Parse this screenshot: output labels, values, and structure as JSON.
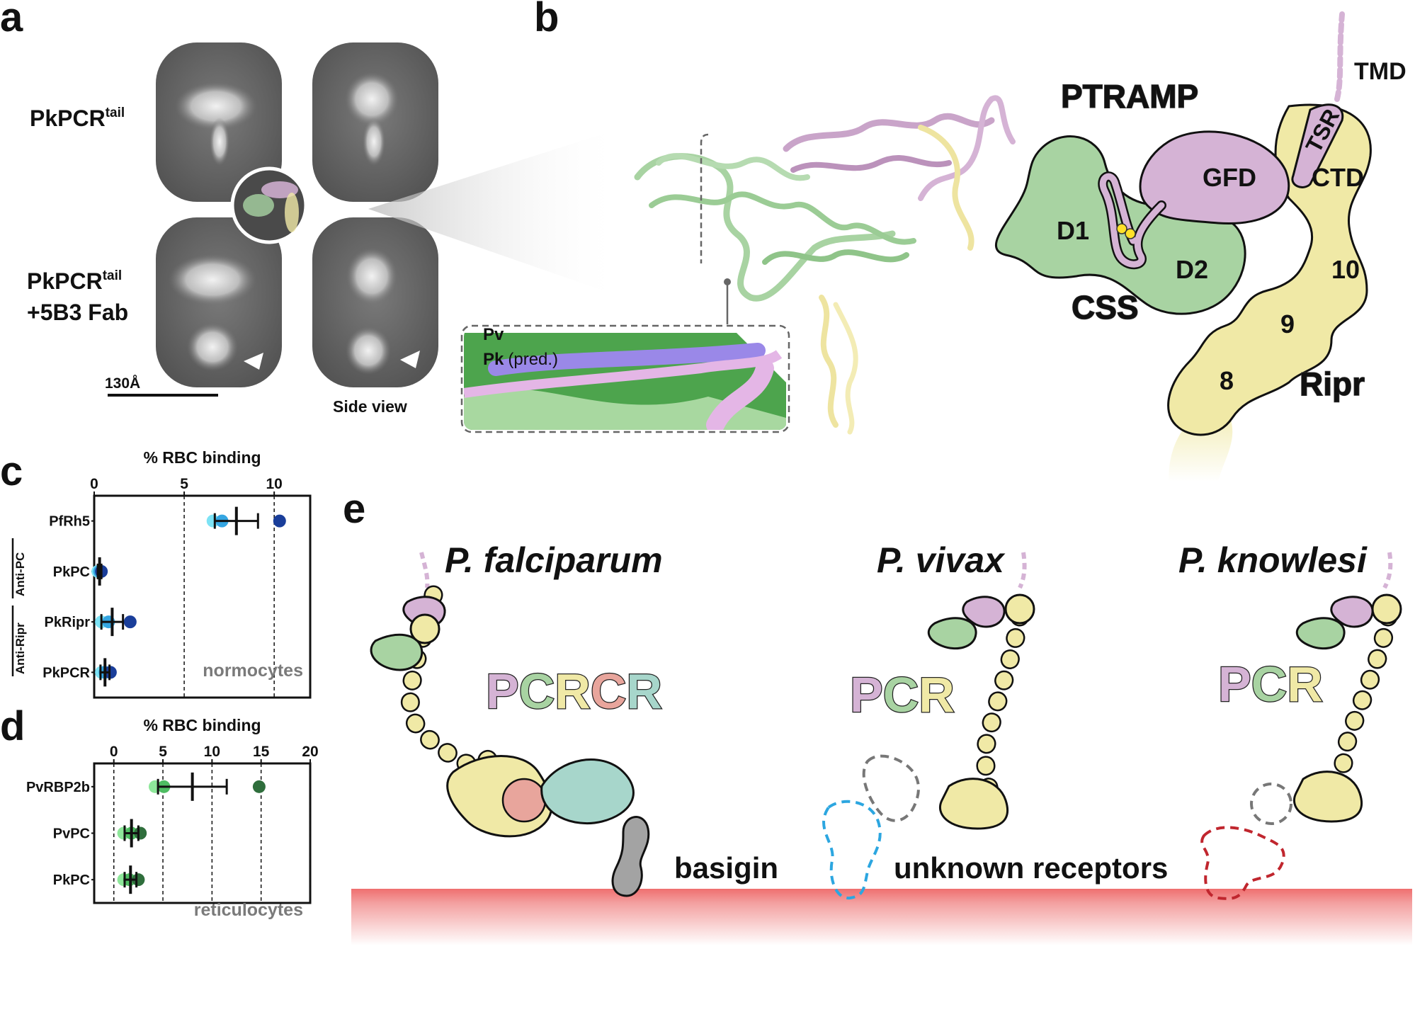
{
  "panel_labels": {
    "a": "a",
    "b": "b",
    "c": "c",
    "d": "d",
    "e": "e"
  },
  "panel_a": {
    "label_tail_1": "PkPCR",
    "label_tail_sup": "tail",
    "label_fab_1": "PkPCR",
    "label_fab_sup": "tail",
    "label_fab_2": "+5B3 Fab",
    "scale_bar": "130Å",
    "side_view": "Side view"
  },
  "panel_b": {
    "inset_pv": "Pv",
    "inset_pk": "Pk",
    "inset_pred": "(pred.)",
    "ptramp": "PTRAMP",
    "tmd": "TMD",
    "tsr": "TSR",
    "gfd": "GFD",
    "ctd": "CTD",
    "d1": "D1",
    "d2": "D2",
    "css": "CSS",
    "n10": "10",
    "n9": "9",
    "n8": "8",
    "ripr": "Ripr"
  },
  "colors": {
    "ptramp": "#d5b3d5",
    "css": "#a8d3a2",
    "ripr": "#f0e9a6",
    "cyrpa": "#e8a59c",
    "rh5": "#a7d6cb",
    "basigin": "#a3a3a3",
    "membrane": "#ef6f6f",
    "cyan_receptor": "#2ca6e0",
    "red_receptor": "#c0262e"
  },
  "panel_c": {
    "cell_type": "normocytes",
    "group_labels": [
      "Anti-PC",
      "Anti-Ripr"
    ]
  },
  "panel_d": {
    "cell_type": "reticulocytes"
  },
  "chart_data": [
    {
      "type": "scatter",
      "title": "",
      "xlabel": "% RBC binding",
      "xlim": [
        0,
        12
      ],
      "xticks": [
        0,
        5,
        10
      ],
      "categories": [
        "PfRh5",
        "PkPC",
        "PkRipr",
        "PkPCR"
      ],
      "groups": [
        {
          "name": "Anti-PC",
          "rows": [
            "PkPC"
          ]
        },
        {
          "name": "Anti-Ripr",
          "rows": [
            "PkRipr",
            "PkPCR"
          ]
        }
      ],
      "points": [
        [
          6.6,
          7.1,
          10.3
        ],
        [
          0.2,
          0.3,
          0.4
        ],
        [
          0.4,
          0.8,
          2.0
        ],
        [
          0.4,
          0.6,
          0.9
        ]
      ],
      "mean": [
        7.9,
        0.3,
        1.0,
        0.6
      ],
      "err": [
        1.2,
        0.1,
        0.6,
        0.25
      ],
      "grid": "vertical dashed"
    },
    {
      "type": "scatter",
      "title": "",
      "xlabel": "% RBC binding",
      "xlim": [
        -2,
        20
      ],
      "xticks": [
        0,
        5,
        10,
        15,
        20
      ],
      "categories": [
        "PvRBP2b",
        "PvPC",
        "PkPC"
      ],
      "points": [
        [
          4.2,
          5.1,
          14.8
        ],
        [
          1.0,
          1.8,
          2.7
        ],
        [
          1.0,
          1.6,
          2.5
        ]
      ],
      "mean": [
        8.0,
        1.8,
        1.7
      ],
      "err": [
        3.5,
        0.7,
        0.6
      ],
      "grid": "vertical dashed"
    }
  ],
  "panel_e": {
    "species_pf": "P. falciparum",
    "species_pv": "P. vivax",
    "species_pk": "P. knowlesi",
    "complex_pf": [
      "P",
      "C",
      "R",
      "C",
      "R"
    ],
    "complex_pv": [
      "P",
      "C",
      "R"
    ],
    "complex_pk": [
      "P",
      "C",
      "R"
    ],
    "basigin": "basigin",
    "unknown": "unknown receptors"
  }
}
